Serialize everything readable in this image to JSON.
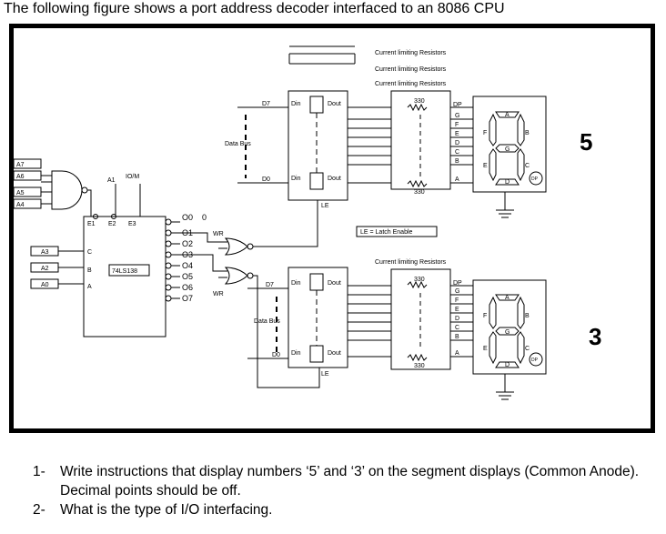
{
  "header": {
    "title": "The following figure shows a port address decoder interfaced to an 8086 CPU"
  },
  "diagram": {
    "address_inputs": [
      "A7",
      "A6",
      "A5",
      "A4"
    ],
    "select_inputs": [
      "A3",
      "A2",
      "A0"
    ],
    "decoder": {
      "label": "74LS138",
      "select_pins": [
        "C",
        "B",
        "A"
      ],
      "enable_pins": [
        "E1",
        "E2",
        "E3"
      ],
      "outputs": [
        "O0",
        "O1",
        "O2",
        "O3",
        "O4",
        "O5",
        "O6",
        "O7"
      ]
    },
    "pin_A1": "A1",
    "pin_IOM": "IO/M",
    "zero_label": "0",
    "wr_label": "WR",
    "wr_label_bottom": "WR",
    "data_bus_label": "Data Bus",
    "latch_pins": {
      "d7": "D7",
      "d0": "D0",
      "din": "Din",
      "dout": "Dout",
      "le": "LE"
    },
    "le_note": "LE = Latch Enable",
    "resistor_headers": [
      "Current limiting Resistors",
      "Current limiting Resistors",
      "Current limiting Resistors"
    ],
    "resistor_header_bottom": "Current limiting Resistors",
    "resistor_value": "330",
    "segment_pins": [
      "DP",
      "G",
      "F",
      "E",
      "D",
      "C",
      "B",
      "A"
    ],
    "seg_letters": {
      "a": "A",
      "b": "B",
      "c": "C",
      "d": "D",
      "e": "E",
      "f": "F",
      "g": "G",
      "dp": "DP"
    },
    "digit_top": "5",
    "digit_bottom": "3"
  },
  "questions": [
    {
      "num": "1-",
      "text": "Write instructions that display numbers ‘5’ and ‘3’ on the segment displays (Common Anode). Decimal points should be off."
    },
    {
      "num": "2-",
      "text": "What is the type of I/O interfacing."
    }
  ]
}
